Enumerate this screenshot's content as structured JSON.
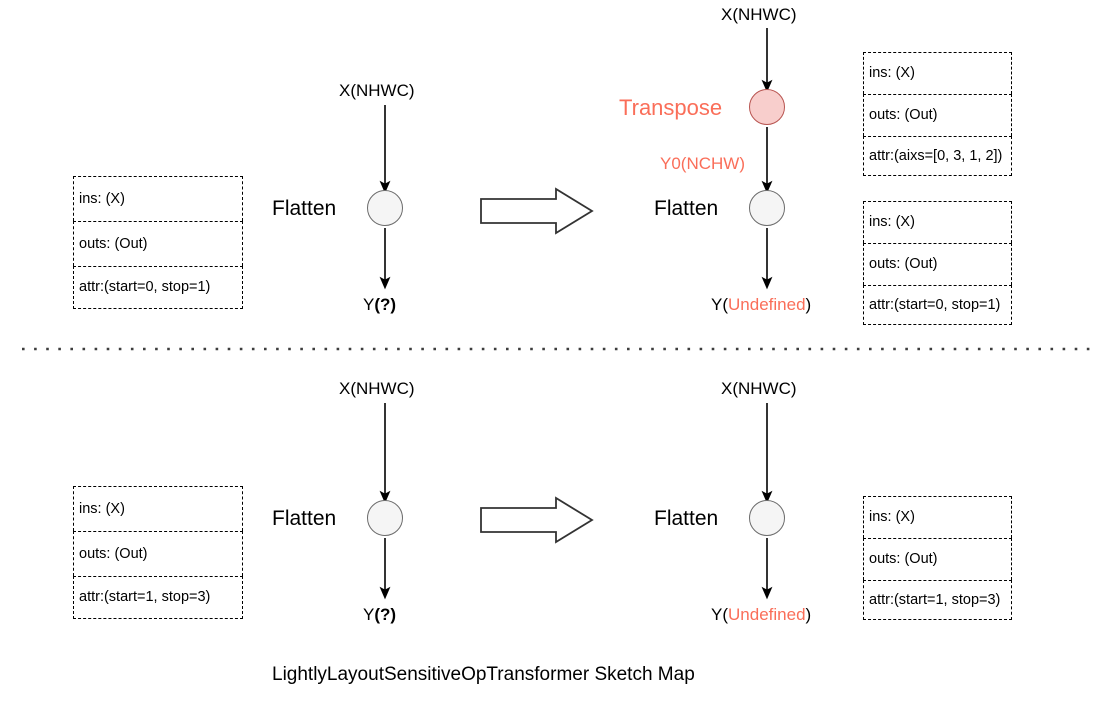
{
  "caption": "LightlyLayoutSensitiveOpTransformer Sketch Map",
  "colors": {
    "accent": "#fa6e59",
    "transpose_fill": "#f8cecc",
    "transpose_stroke": "#b85450",
    "node_fill": "#f5f5f5",
    "node_stroke": "#6b6b6b",
    "line": "#000000"
  },
  "rows": [
    {
      "id": "top",
      "left_spec": {
        "ins": "ins: (X)",
        "outs": "outs: (Out)",
        "attr": "attr:(start=0, stop=1)"
      },
      "before": {
        "op_label": "Flatten",
        "input_label": "X(NHWC)",
        "output_label_main": "Y",
        "output_label_paren": "(?)"
      },
      "after": {
        "input_label": "X(NHWC)",
        "transpose_label": "Transpose",
        "intermediate_label": "Y0(NCHW)",
        "op_label": "Flatten",
        "output_label_main": "Y",
        "output_label_paren_accent": "Undefined"
      },
      "right_specs": [
        {
          "ins": "ins: (X)",
          "outs": "outs: (Out)",
          "attr": "attr:(aixs=[0, 3, 1, 2])"
        },
        {
          "ins": "ins: (X)",
          "outs": "outs: (Out)",
          "attr": "attr:(start=0, stop=1)"
        }
      ]
    },
    {
      "id": "bottom",
      "left_spec": {
        "ins": "ins: (X)",
        "outs": "outs: (Out)",
        "attr": "attr:(start=1, stop=3)"
      },
      "before": {
        "op_label": "Flatten",
        "input_label": "X(NHWC)",
        "output_label_main": "Y",
        "output_label_paren": "(?)"
      },
      "after": {
        "input_label": "X(NHWC)",
        "op_label": "Flatten",
        "output_label_main": "Y",
        "output_label_paren_accent": "Undefined"
      },
      "right_specs": [
        {
          "ins": "ins: (X)",
          "outs": "outs: (Out)",
          "attr": "attr:(start=1, stop=3)"
        }
      ]
    }
  ]
}
